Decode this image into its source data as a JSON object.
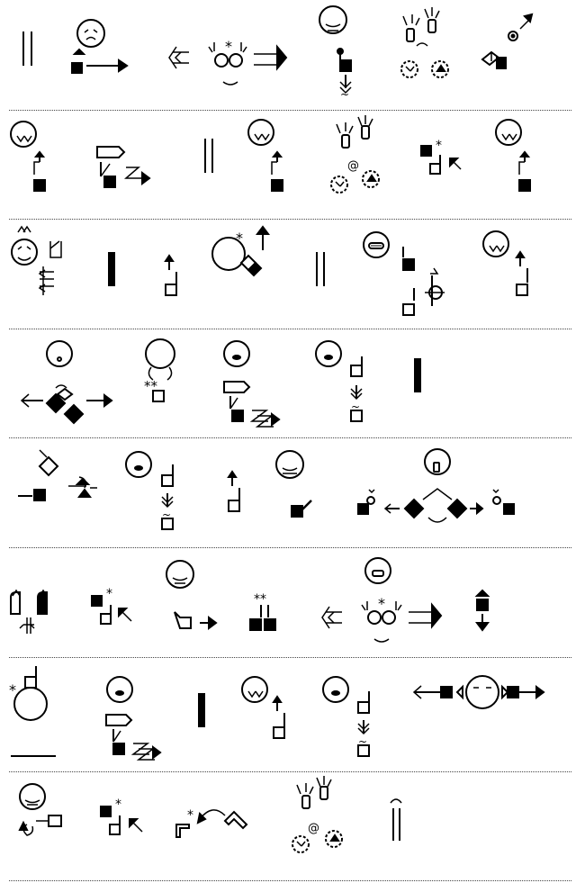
{
  "document": {
    "kind": "sign-language-notation-sheet",
    "rows": [
      {
        "id": 1,
        "signs": [
          "double-bar",
          "face-with-contact-hand-arrow",
          "two-hands-diverging-arrows",
          "face-hand-down-movement",
          "shaking-hands-circles",
          "hand-point-diagonal-arrow"
        ]
      },
      {
        "id": 2,
        "signs": [
          "face-hand-up",
          "hand-zigzag-arrow",
          "double-bar",
          "face-hand-up",
          "shaking-hands-circles",
          "two-hands-star-diagonal",
          "face-hand-up"
        ]
      },
      {
        "id": 3,
        "signs": [
          "face-wave-hand",
          "thick-bar",
          "hand-up-arrow",
          "circle-star-hand-up",
          "double-bar",
          "face-hands-circle-movement",
          "face-hand-up"
        ]
      },
      {
        "id": 4,
        "signs": [
          "face-diamond-hands-arrows",
          "head-body-contact",
          "face-hand-zigzag",
          "face-hand-down-movement",
          "thick-bar"
        ]
      },
      {
        "id": 5,
        "signs": [
          "diamond-hand-rotation",
          "face-hand-down-movement",
          "hand-up-arrow",
          "face-hand-touch",
          "face-diamonds-arrows"
        ]
      },
      {
        "id": 6,
        "signs": [
          "two-thumbs-contact",
          "two-hands-star-diagonal",
          "face-hand-arrow",
          "double-square-star",
          "two-hands-diverging-arrows",
          "vertical-arrows"
        ]
      },
      {
        "id": 7,
        "signs": [
          "star-circle-body",
          "face-hand-zigzag",
          "thick-bar",
          "face-hand-up",
          "face-hand-down-movement",
          "face-sideways-arrows"
        ]
      },
      {
        "id": 8,
        "signs": [
          "face-hand-circular",
          "two-hands-star-diagonal",
          "hand-star-curve-arrow",
          "shaking-hands-circles",
          "double-bar-arc"
        ]
      }
    ]
  },
  "glyphs": {
    "star": "*",
    "double_star": "**",
    "wave": "~",
    "zigzag": "Z",
    "spiral": "@"
  }
}
